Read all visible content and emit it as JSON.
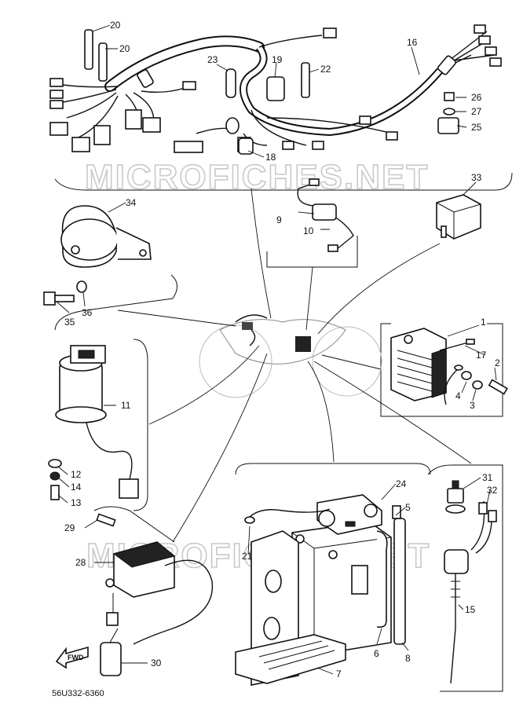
{
  "watermark": "MICROFICHES.NET",
  "catalog_code": "56U332-6360",
  "fwd_label": "FWD",
  "callouts": [
    {
      "id": "20a",
      "text": "20"
    },
    {
      "id": "20b",
      "text": "20"
    },
    {
      "id": "23",
      "text": "23"
    },
    {
      "id": "19",
      "text": "19"
    },
    {
      "id": "22",
      "text": "22"
    },
    {
      "id": "16",
      "text": "16"
    },
    {
      "id": "26",
      "text": "26"
    },
    {
      "id": "27",
      "text": "27"
    },
    {
      "id": "25",
      "text": "25"
    },
    {
      "id": "18",
      "text": "18"
    },
    {
      "id": "33",
      "text": "33"
    },
    {
      "id": "34",
      "text": "34"
    },
    {
      "id": "9",
      "text": "9"
    },
    {
      "id": "10",
      "text": "10"
    },
    {
      "id": "35",
      "text": "35"
    },
    {
      "id": "36",
      "text": "36"
    },
    {
      "id": "1",
      "text": "1"
    },
    {
      "id": "17",
      "text": "17"
    },
    {
      "id": "2",
      "text": "2"
    },
    {
      "id": "4",
      "text": "4"
    },
    {
      "id": "3",
      "text": "3"
    },
    {
      "id": "11",
      "text": "11"
    },
    {
      "id": "12",
      "text": "12"
    },
    {
      "id": "14",
      "text": "14"
    },
    {
      "id": "13",
      "text": "13"
    },
    {
      "id": "24",
      "text": "24"
    },
    {
      "id": "5",
      "text": "5"
    },
    {
      "id": "31",
      "text": "31"
    },
    {
      "id": "32",
      "text": "32"
    },
    {
      "id": "29",
      "text": "29"
    },
    {
      "id": "28",
      "text": "28"
    },
    {
      "id": "21",
      "text": "21"
    },
    {
      "id": "15",
      "text": "15"
    },
    {
      "id": "6",
      "text": "6"
    },
    {
      "id": "8",
      "text": "8"
    },
    {
      "id": "7",
      "text": "7"
    },
    {
      "id": "30",
      "text": "30"
    }
  ]
}
